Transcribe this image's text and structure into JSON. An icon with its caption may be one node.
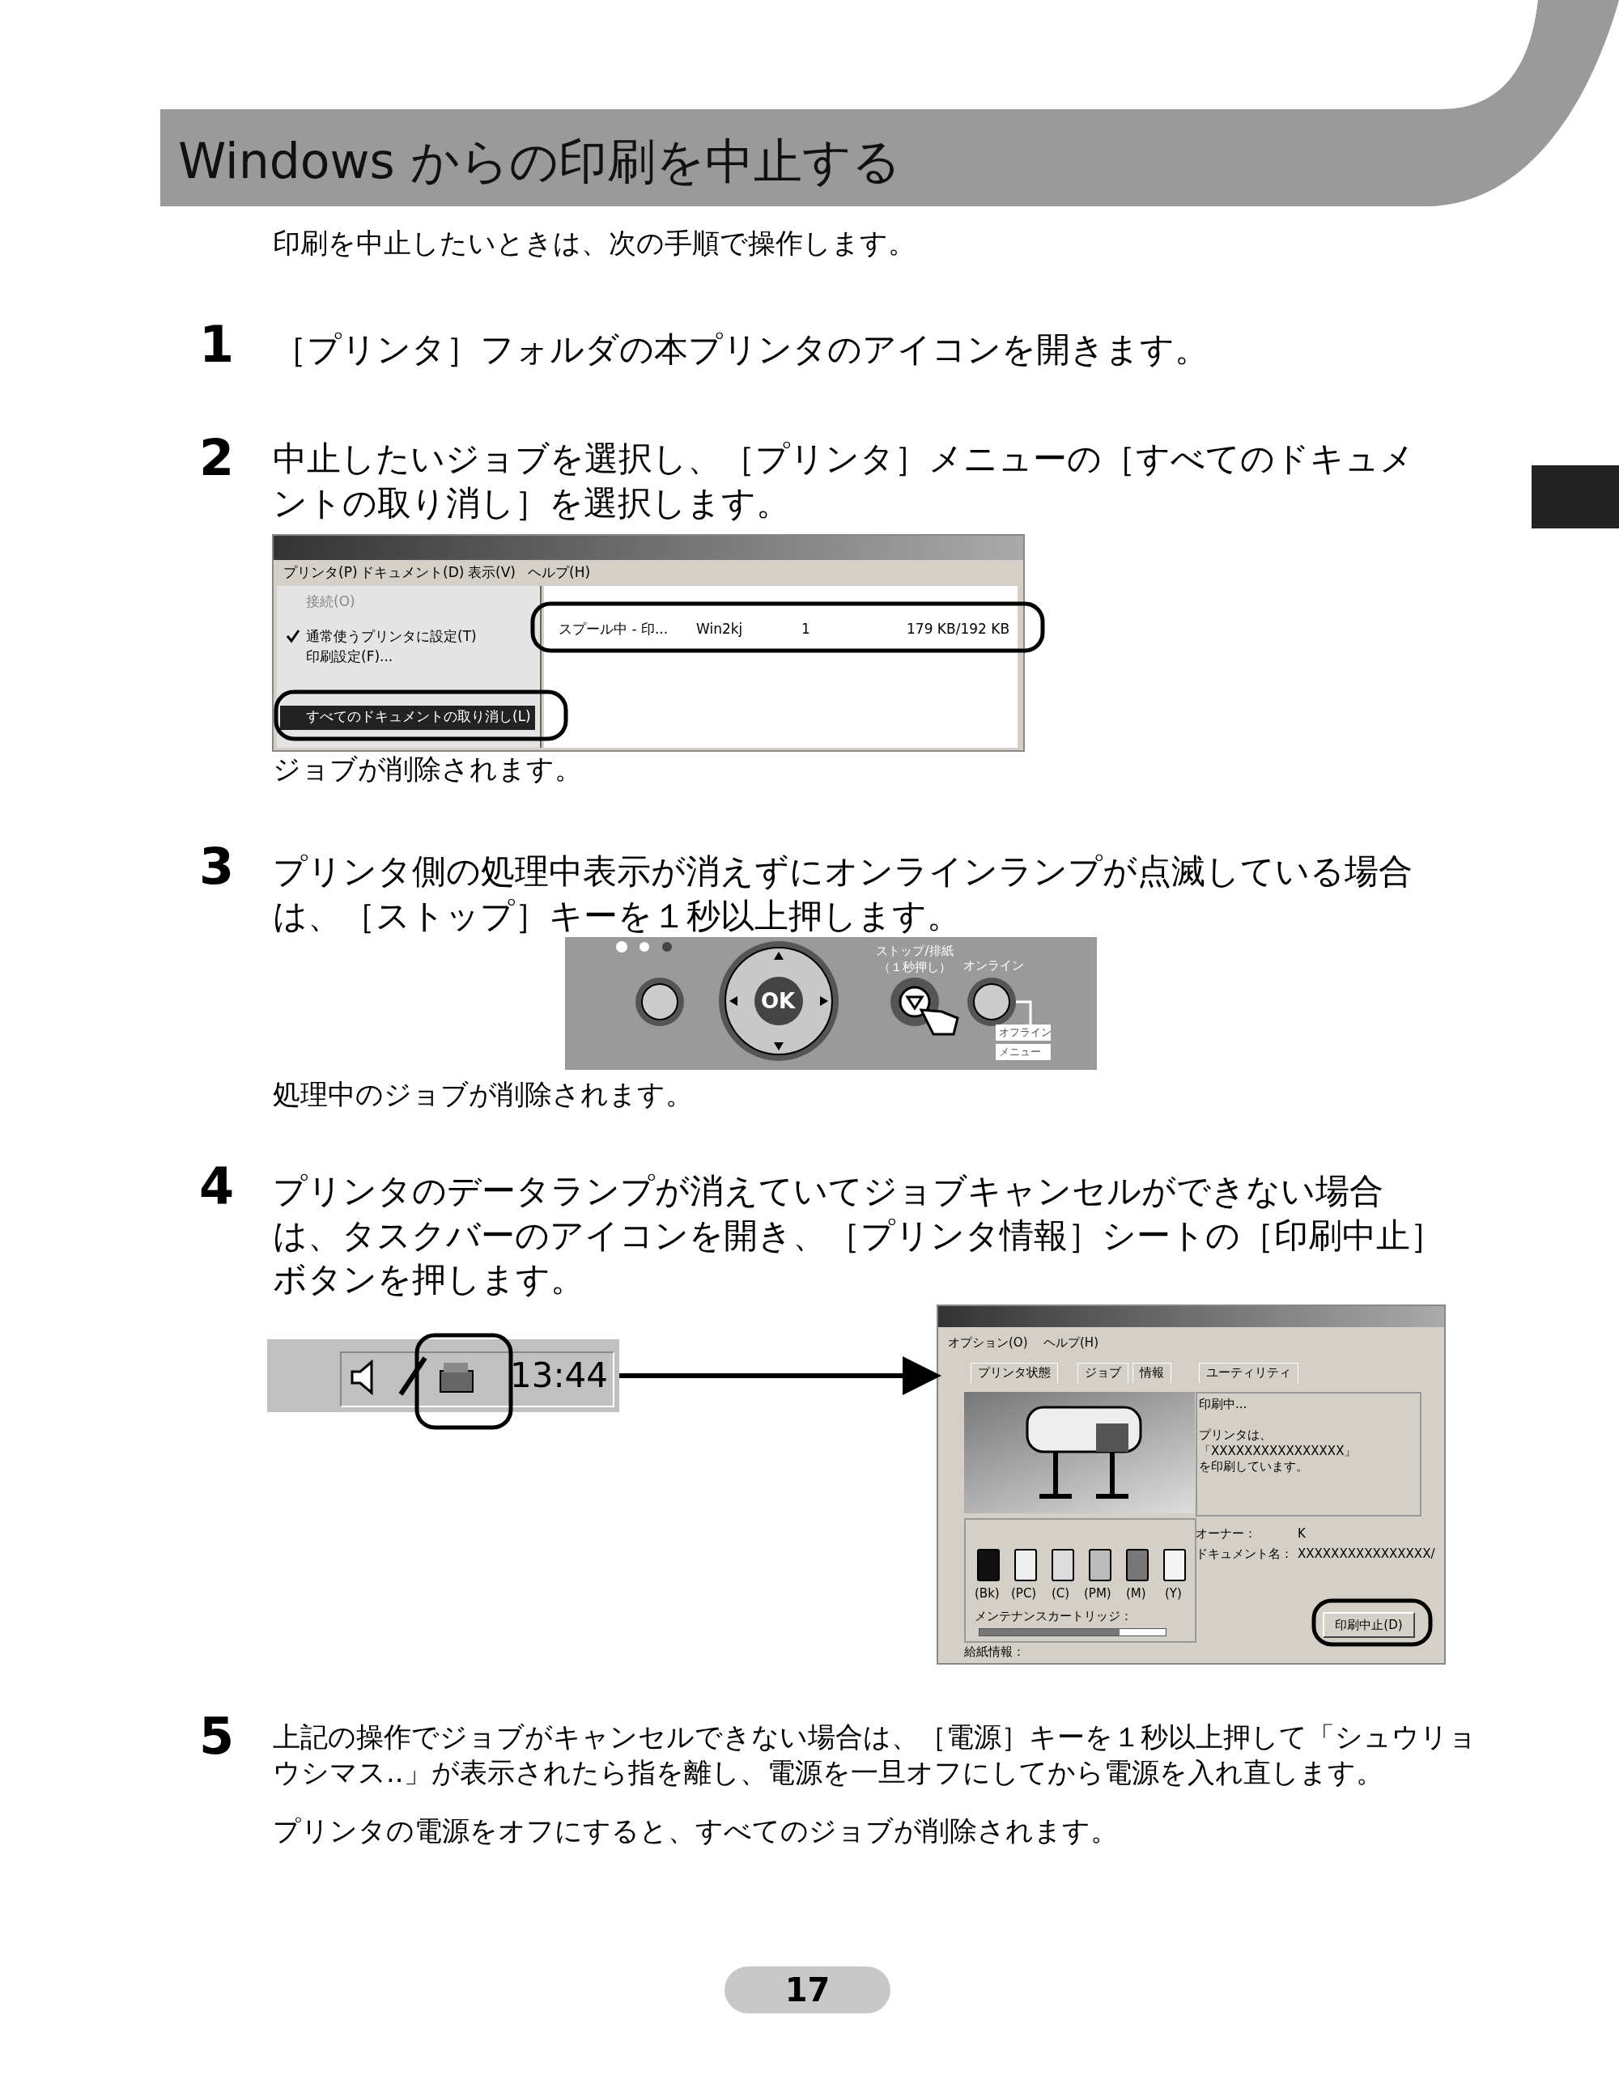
{
  "diagram": {
    "title": "Windows からの印刷を中止する",
    "nodes": [
      {
        "text": [
          "13:44"
        ]
      },
      {
        "text": [
          "オプション(O)",
          "ヘルプ(H)",
          "プリンタ状態",
          "ジョブ",
          "情報",
          "ユーティリティ",
          "印刷中...",
          "プリンタは、「XXXXXXXXXXXXXXXX」を印刷しています。",
          "オーナー：",
          "K",
          "ドキュメント名：",
          "XXXXXXXXXXXXXXXX/",
          "(Bk)",
          "(PC)",
          "(C)",
          "(PM)",
          "(M)",
          "(Y)",
          "メンテナンスカートリッジ：",
          "印刷中止(D)",
          "給紙情報："
        ]
      },
      {
        "text": [],
        "shape": "box"
      }
    ],
    "edges": [
      {
        "from": 0,
        "to": 1,
        "arrow": "to"
      }
    ],
    "labels": [
      "印刷を中止したいときは、次の手順で操作します。",
      "1",
      "［プリンタ］フォルダの本プリンタのアイコンを開きます。",
      "2",
      "中止したいジョブを選択し、［プリンタ］メニューの［すべてのドキュメントの取り消し］を選択します。",
      "プリンタ(P)",
      "ドキュメント(D)",
      "表示(V)",
      "ヘルプ(H)",
      "接続(O)",
      "通常使うプリンタに設定(T)",
      "印刷設定(F)...",
      "すべてのドキュメントの取り消し(L)",
      "スプール中 - 印...",
      "Win2kj",
      "1",
      "179 KB/192 KB",
      "ジョブが削除されます。",
      "3",
      "プリンタ側の処理中表示が消えずにオンラインランプが点滅している場合は、［ストップ］キーを１秒以上押します。",
      "OK",
      "ストップ/排紙（１秒押し）",
      "オンライン",
      "オフライン",
      "メニュー",
      "処理中のジョブが削除されます。",
      "4",
      "プリンタのデータランプが消えていてジョブキャンセルができない場合は、タスクバーのアイコンを開き、［プリンタ情報］シートの［印刷中止］ボタンを押します。",
      "5",
      "上記の操作でジョブがキャンセルできない場合は、［電源］キーを１秒以上押して「シュウリョウシマス..」が表示されたら指を離し、電源を一旦オフにしてから電源を入れ直します。",
      "プリンタの電源をオフにすると、すべてのジョブが削除されます。",
      "17"
    ]
  }
}
